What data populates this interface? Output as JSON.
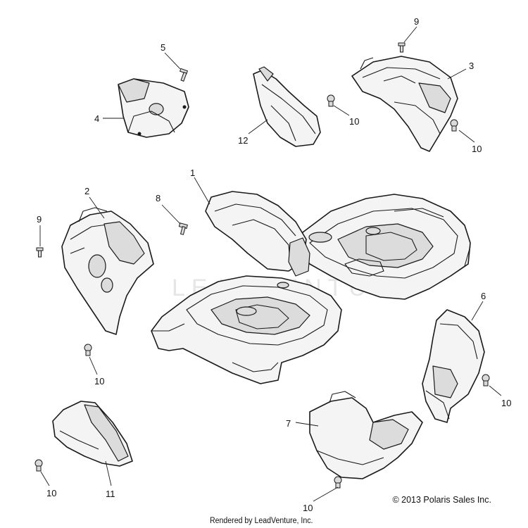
{
  "diagram": {
    "callouts": [
      {
        "id": "c1",
        "label": "1"
      },
      {
        "id": "c2",
        "label": "2"
      },
      {
        "id": "c3",
        "label": "3"
      },
      {
        "id": "c4",
        "label": "4"
      },
      {
        "id": "c5",
        "label": "5"
      },
      {
        "id": "c6",
        "label": "6"
      },
      {
        "id": "c7",
        "label": "7"
      },
      {
        "id": "c8",
        "label": "8"
      },
      {
        "id": "c9a",
        "label": "9"
      },
      {
        "id": "c9b",
        "label": "9"
      },
      {
        "id": "c10a",
        "label": "10"
      },
      {
        "id": "c10b",
        "label": "10"
      },
      {
        "id": "c10c",
        "label": "10"
      },
      {
        "id": "c10d",
        "label": "10"
      },
      {
        "id": "c10e",
        "label": "10"
      },
      {
        "id": "c10f",
        "label": "10"
      },
      {
        "id": "c10g",
        "label": "10"
      },
      {
        "id": "c11",
        "label": "11"
      },
      {
        "id": "c12",
        "label": "12"
      }
    ],
    "watermark": "LEADVENTURE"
  },
  "footer": {
    "copyright": "© 2013 Polaris Sales Inc.",
    "rendered_by": "Rendered by LeadVenture, Inc."
  }
}
